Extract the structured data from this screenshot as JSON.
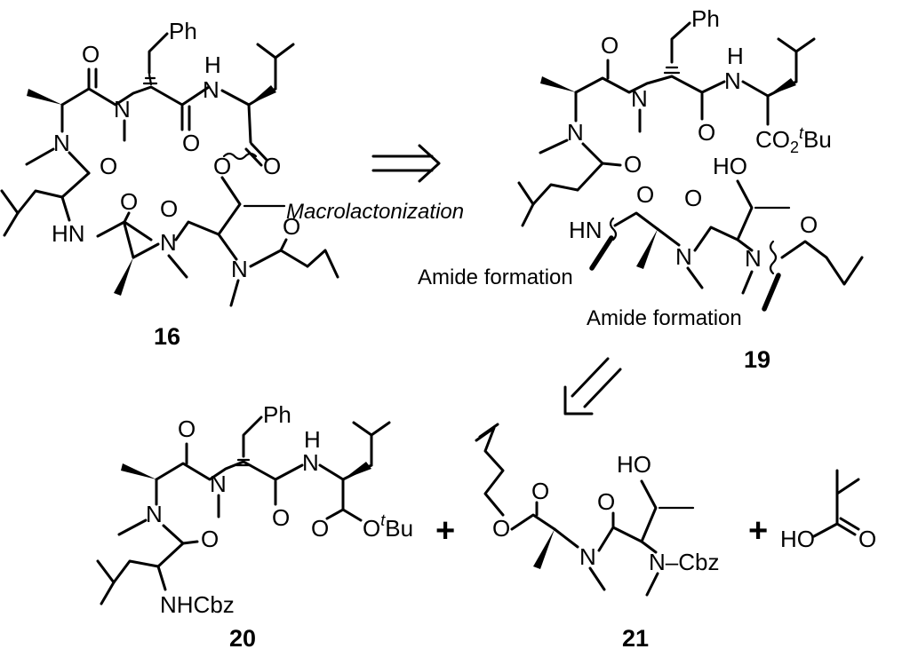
{
  "compounds": {
    "c16": "16",
    "c19": "19",
    "c20": "20",
    "c21": "21"
  },
  "labels": {
    "ph": "Ph",
    "o": "O",
    "n": "N",
    "h": "H",
    "hn": "HN",
    "ho": "HO",
    "nhcbz": "NHCbz",
    "ncbz": "N–Cbz",
    "co2": "CO",
    "sub2": "2",
    "tbu_sup": "t",
    "tbu": "Bu"
  },
  "annotations": {
    "macrolactonization": "Macrolactonization",
    "amide_formation": "Amide formation"
  },
  "operators": {
    "plus": "+"
  }
}
